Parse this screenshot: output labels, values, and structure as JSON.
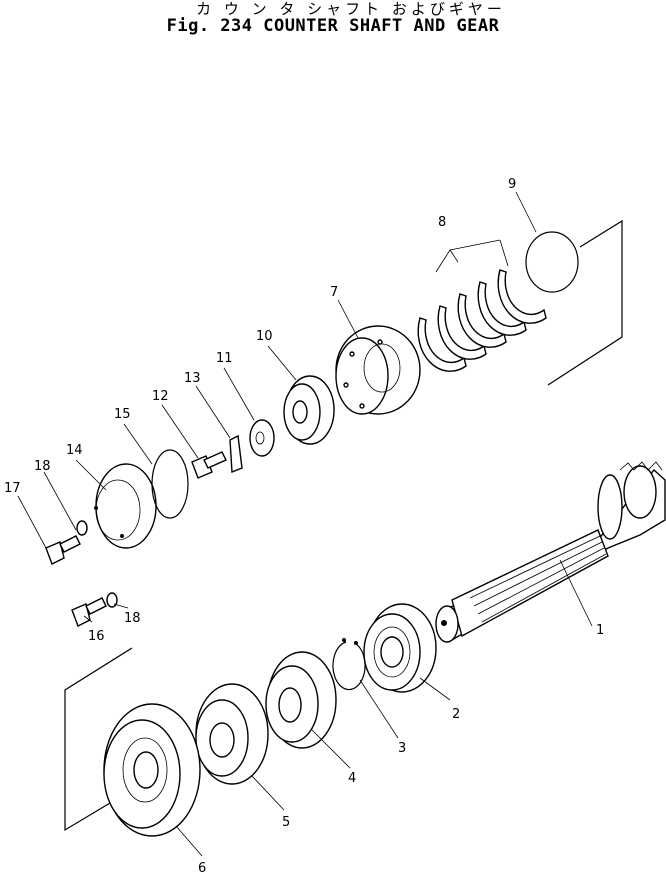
{
  "title": {
    "japanese": "カ ウ ン タ シャフト およびギヤー",
    "english": "Fig. 234 COUNTER SHAFT AND GEAR"
  },
  "callouts": [
    {
      "id": "1",
      "part": "counter-shaft"
    },
    {
      "id": "2",
      "part": "ball-bearing"
    },
    {
      "id": "3",
      "part": "snap-ring"
    },
    {
      "id": "4",
      "part": "gear"
    },
    {
      "id": "5",
      "part": "gear"
    },
    {
      "id": "6",
      "part": "gear"
    },
    {
      "id": "7",
      "part": "cage"
    },
    {
      "id": "8",
      "part": "shims"
    },
    {
      "id": "9",
      "part": "o-ring"
    },
    {
      "id": "10",
      "part": "bearing"
    },
    {
      "id": "11",
      "part": "spacer"
    },
    {
      "id": "12",
      "part": "bolt"
    },
    {
      "id": "13",
      "part": "lock-plate"
    },
    {
      "id": "14",
      "part": "cover"
    },
    {
      "id": "15",
      "part": "o-ring"
    },
    {
      "id": "16",
      "part": "bolt"
    },
    {
      "id": "17",
      "part": "bolt"
    },
    {
      "id": "18a",
      "part": "washer"
    },
    {
      "id": "18b",
      "part": "washer"
    }
  ],
  "labels": {
    "c1": "1",
    "c2": "2",
    "c3": "3",
    "c4": "4",
    "c5": "5",
    "c6": "6",
    "c7": "7",
    "c8": "8",
    "c9": "9",
    "c10": "10",
    "c11": "11",
    "c12": "12",
    "c13": "13",
    "c14": "14",
    "c15": "15",
    "c16": "16",
    "c17": "17",
    "c18a": "18",
    "c18b": "18"
  }
}
